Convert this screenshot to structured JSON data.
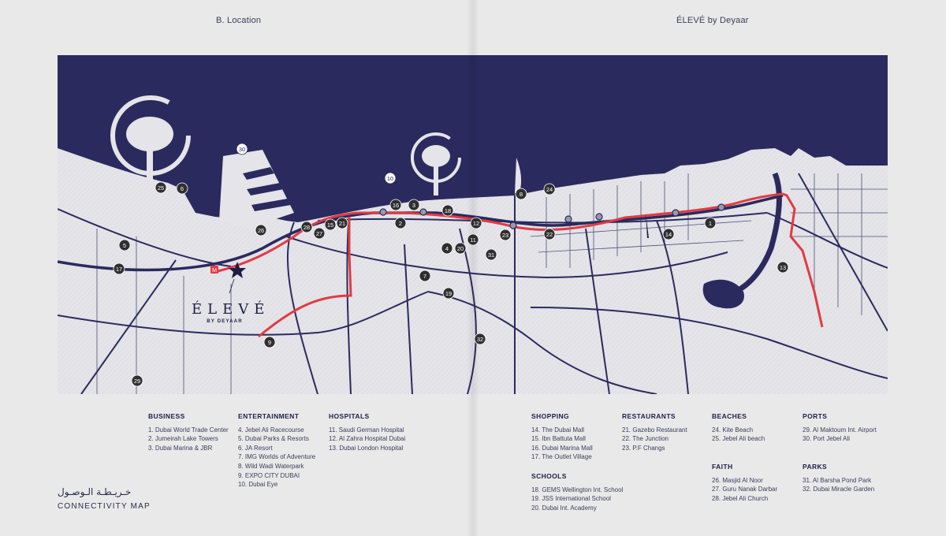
{
  "header": {
    "left": "B. Location",
    "right": "ÉLEVÉ by Deyaar"
  },
  "brand": {
    "arabic": "خـريـطـة الـوصـول",
    "title": "CONNECTIVITY MAP",
    "logo_word": "ÉLEVÉ",
    "logo_sub": "BY DEYAAR",
    "metro_label": "M"
  },
  "colors": {
    "sea": "#2b2a5e",
    "land": "#e4e4e9",
    "road": "#2b2a5e",
    "metro": "#e03c42",
    "poi": "#2f2f2f"
  },
  "legend": {
    "columns": [
      {
        "title": "BUSINESS",
        "items": [
          "1. Dubai World Trade Center",
          "2. Jumeirah Lake Towers",
          "3. Dubai Marina & JBR"
        ]
      },
      {
        "title": "ENTERTAINMENT",
        "items": [
          "4. Jebel Ali Racecourse",
          "5. Dubai Parks & Resorts",
          "6. JA Resort",
          "7. IMG Worlds of Adventure",
          "8. Wild Wadi Waterpark",
          "9. EXPO CITY DUBAI",
          "10. Dubai Eye"
        ]
      },
      {
        "title": "HOSPITALS",
        "items": [
          "11. Saudi German Hospital",
          "12. Al Zahra Hospital Dubai",
          "13. Dubai London Hospital"
        ]
      },
      {
        "title": "SHOPPING",
        "items": [
          "14. The Dubai Mall",
          "15. Ibn Battuta Mall",
          "16. Dubai Marina Mall",
          "17. The Outlet Village"
        ]
      },
      {
        "title": "SCHOOLS",
        "items": [
          "18. GEMS Wellington Int. School",
          "19. JSS International School",
          "20. Dubai Int. Academy"
        ]
      },
      {
        "title": "RESTAURANTS",
        "items": [
          "21. Gazebo Restaurant",
          "22. The Junction",
          "23. P.F Changs"
        ]
      },
      {
        "title": "BEACHES",
        "items": [
          "24. Kite Beach",
          "25. Jebel Ali beach"
        ]
      },
      {
        "title": "FAITH",
        "items": [
          "26. Masjid Al Noor",
          "27. Guru Nanak Darbar",
          "28. Jebel Ali Church"
        ]
      },
      {
        "title": "PORTS",
        "items": [
          "29. Al Maktoum Int. Airport",
          "30. Port Jebel Ali"
        ]
      },
      {
        "title": "PARKS",
        "items": [
          "31. Al Barsha Pond Park",
          "32. Dubai Miracle Garden"
        ]
      }
    ]
  },
  "pois": [
    "1",
    "2",
    "3",
    "4",
    "5",
    "6",
    "7",
    "8",
    "9",
    "10",
    "11",
    "12",
    "13",
    "14",
    "15",
    "16",
    "17",
    "18",
    "19",
    "20",
    "21",
    "22",
    "23",
    "24",
    "25",
    "26",
    "27",
    "28",
    "29",
    "30",
    "31",
    "32"
  ]
}
